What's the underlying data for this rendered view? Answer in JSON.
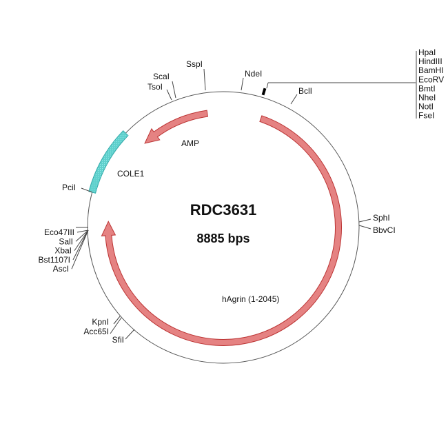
{
  "plasmid": {
    "name": "RDC3631",
    "size_label": "8885 bps"
  },
  "features": [
    {
      "name": "AMP",
      "color": "#e06c6c"
    },
    {
      "name": "COLE1",
      "color": "#5fd0cc"
    },
    {
      "name": "hAgrin (1-2045)",
      "color": "#e06c6c"
    }
  ],
  "sites": {
    "ssp": "SspI",
    "nde": "NdeI",
    "sca": "ScaI",
    "tso": "TsoI",
    "bcl": "BclI",
    "mcs": [
      "HpaI",
      "HindIII",
      "BamHI",
      "EcoRV",
      "BmtI",
      "NheI",
      "NotI",
      "FseI"
    ],
    "sph": "SphI",
    "bbvc": "BbvCI",
    "pci": "PciI",
    "left": [
      "Eco47III",
      "SalI",
      "XbaI",
      "Bst1107I",
      "AscI"
    ],
    "kpn": "KpnI",
    "acc": "Acc65I",
    "sfi": "SfiI"
  }
}
